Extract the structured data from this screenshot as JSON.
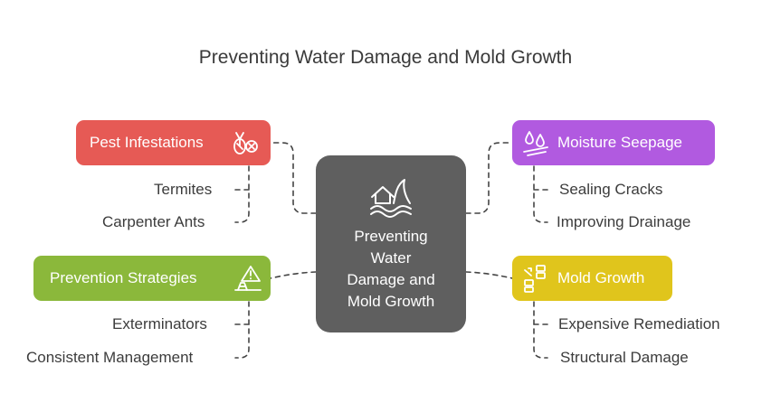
{
  "title": "Preventing Water Damage and Mold Growth",
  "center": {
    "label": "Preventing\nWater\nDamage and\nMold Growth",
    "icon": "water-wave-house-icon",
    "color": "#5f5f5f"
  },
  "nodes": {
    "pest": {
      "label": "Pest Infestations",
      "icon": "pest-bug-icon",
      "color": "#e65a55",
      "children": [
        "Termites",
        "Carpenter Ants"
      ]
    },
    "prevention": {
      "label": "Prevention Strategies",
      "icon": "warning-construction-icon",
      "color": "#8bb83b",
      "children": [
        "Exterminators",
        "Consistent Management"
      ]
    },
    "moisture": {
      "label": "Moisture Seepage",
      "icon": "water-droplets-icon",
      "color": "#b15ae0",
      "children": [
        "Sealing Cracks",
        "Improving Drainage"
      ]
    },
    "mold": {
      "label": "Mold Growth",
      "icon": "mold-spores-icon",
      "color": "#e0c51c",
      "children": [
        "Expensive Remediation",
        "Structural Damage"
      ]
    }
  }
}
